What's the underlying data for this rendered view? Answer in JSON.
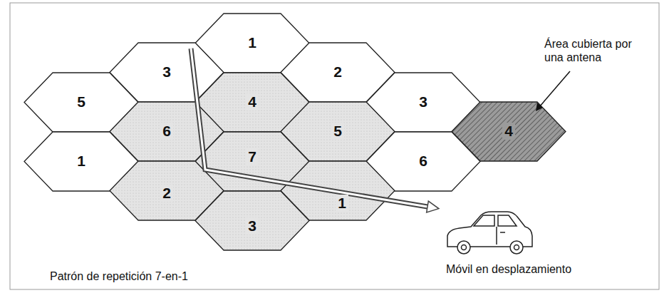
{
  "diagram": {
    "caption": "Patrón de repetición 7-en-1",
    "nodes": [
      {
        "text": [
          "1"
        ]
      },
      {
        "text": [
          "3"
        ]
      },
      {
        "text": [
          "2"
        ]
      },
      {
        "text": [
          "5"
        ]
      },
      {
        "text": [
          "4"
        ]
      },
      {
        "text": [
          "3"
        ]
      },
      {
        "text": [
          "6"
        ]
      },
      {
        "text": [
          "5"
        ]
      },
      {
        "text": [
          "4"
        ]
      },
      {
        "text": [
          "1"
        ]
      },
      {
        "text": [
          "7"
        ]
      },
      {
        "text": [
          "6"
        ]
      },
      {
        "text": [
          "2"
        ]
      },
      {
        "text": [
          "1"
        ]
      },
      {
        "text": [
          "3"
        ]
      }
    ],
    "labels": [
      "Área cubierta por una antena",
      "Móvil en desplazamiento"
    ]
  }
}
